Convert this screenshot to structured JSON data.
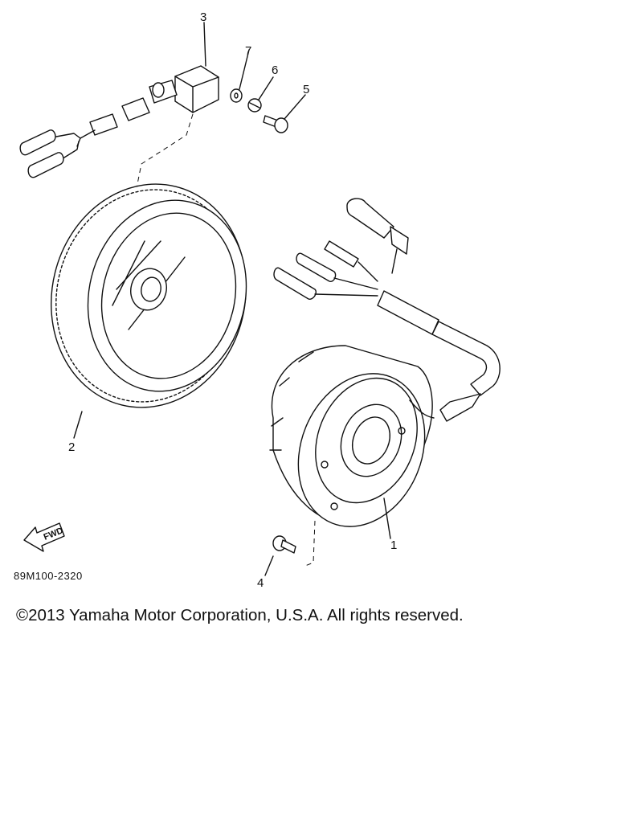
{
  "diagram": {
    "callouts": [
      {
        "id": "callout-1",
        "text": "1"
      },
      {
        "id": "callout-2",
        "text": "2"
      },
      {
        "id": "callout-3",
        "text": "3"
      },
      {
        "id": "callout-4",
        "text": "4"
      },
      {
        "id": "callout-5",
        "text": "5"
      },
      {
        "id": "callout-6",
        "text": "6"
      },
      {
        "id": "callout-7",
        "text": "7"
      }
    ],
    "fwd_label": "FWD",
    "part_code": "89M100-2320"
  },
  "footer": {
    "copyright": "©2013 Yamaha Motor Corporation, U.S.A. All rights reserved."
  }
}
